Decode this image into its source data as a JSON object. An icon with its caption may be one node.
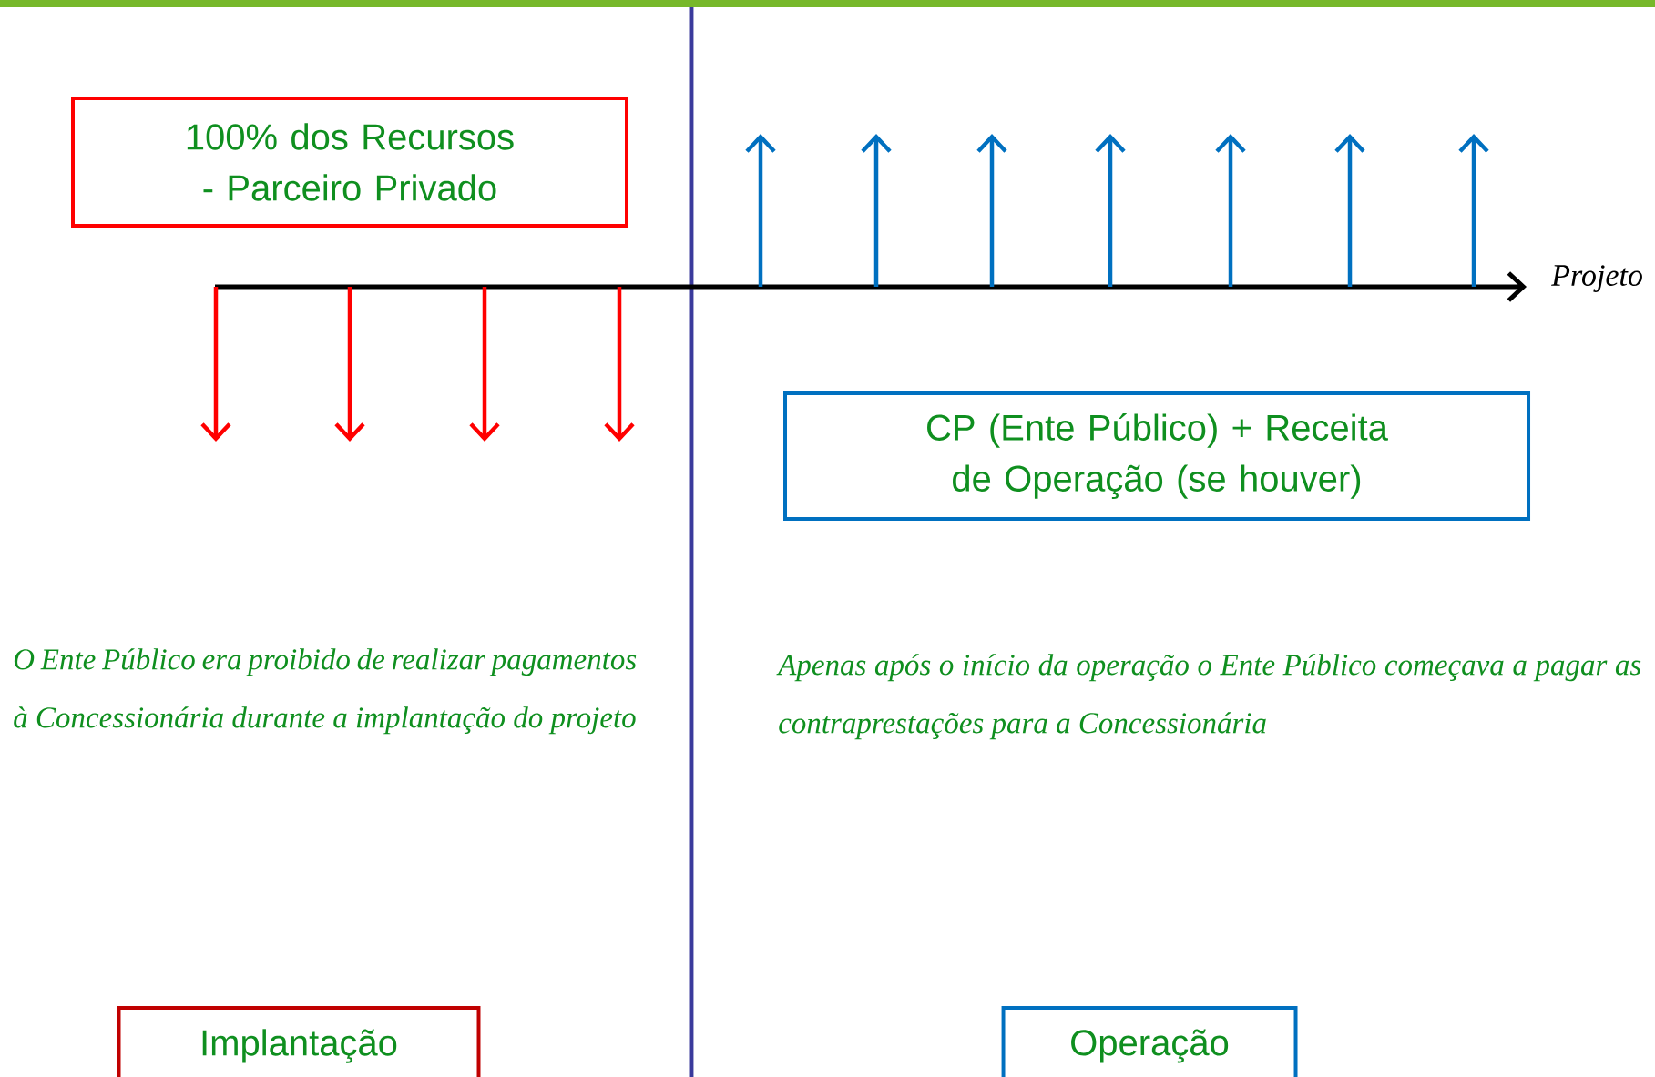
{
  "diagram": {
    "nodes": [
      {
        "text": [
          "100% dos Recursos - Parceiro Privado"
        ]
      },
      {
        "text": [
          "CP (Ente Público) + Receita de Operação (se houver)"
        ]
      },
      {
        "text": [
          "Implantação"
        ]
      },
      {
        "text": [
          "Operação"
        ]
      }
    ],
    "labels": [
      "Projeto",
      "O Ente Público era proibido de realizar pagamentos à Concessionária durante a implantação do projeto",
      "Apenas após o início da operação o Ente Público começava a pagar as contraprestações para a Concessionária"
    ]
  }
}
